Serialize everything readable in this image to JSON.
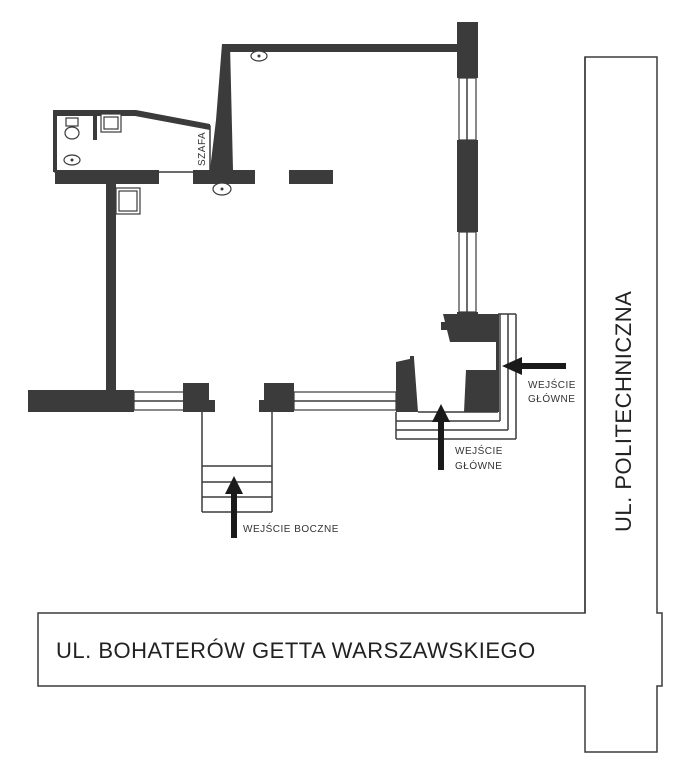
{
  "labels": {
    "wardrobe": "SZAFA",
    "main_entrance_right": [
      "WEJŚCIE",
      "GŁÓWNE"
    ],
    "main_entrance_bottom": [
      "WEJŚCIE",
      "GŁÓWNE"
    ],
    "side_entrance": "WEJŚCIE BOCZNE"
  },
  "streets": {
    "horizontal": "UL.  BOHATERÓW GETTA WARSZAWSKIEGO",
    "vertical": "UL. POLITECHNICZNA"
  },
  "colors": {
    "wall": "#3b3b3b",
    "background": "#ffffff"
  },
  "icons": [
    "toilet-icon",
    "sink-icon",
    "arrow-up-icon",
    "arrow-left-icon"
  ]
}
